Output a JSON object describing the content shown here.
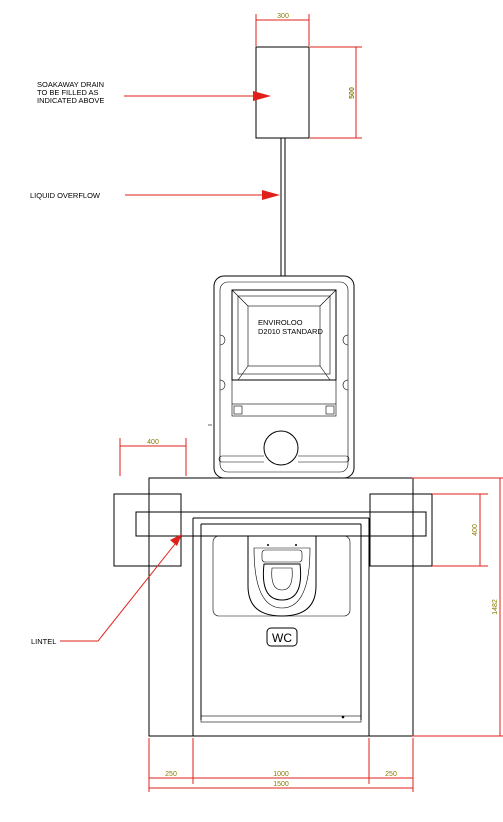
{
  "labels": {
    "soakaway_line1": "SOAKAWAY DRAIN",
    "soakaway_line2": "TO BE FILLED AS",
    "soakaway_line3": "INDICATED ABOVE",
    "liquid_overflow": "LIQUID OVERFLOW",
    "enviroloo_line1": "ENVIROLOO",
    "enviroloo_line2": "D2010 STANDARD",
    "lintel": "LINTEL",
    "wc": "WC"
  },
  "dimensions": {
    "soakaway_width": "300",
    "soakaway_height": "500",
    "pier_width": "400",
    "pier_height": "400",
    "overall_height": "1482",
    "side_left": "250",
    "middle": "1000",
    "side_right": "250",
    "overall_width": "1500"
  },
  "colors": {
    "line": "#000000",
    "dimension_line": "#e0201a",
    "dimension_text": "#8a7a00"
  }
}
